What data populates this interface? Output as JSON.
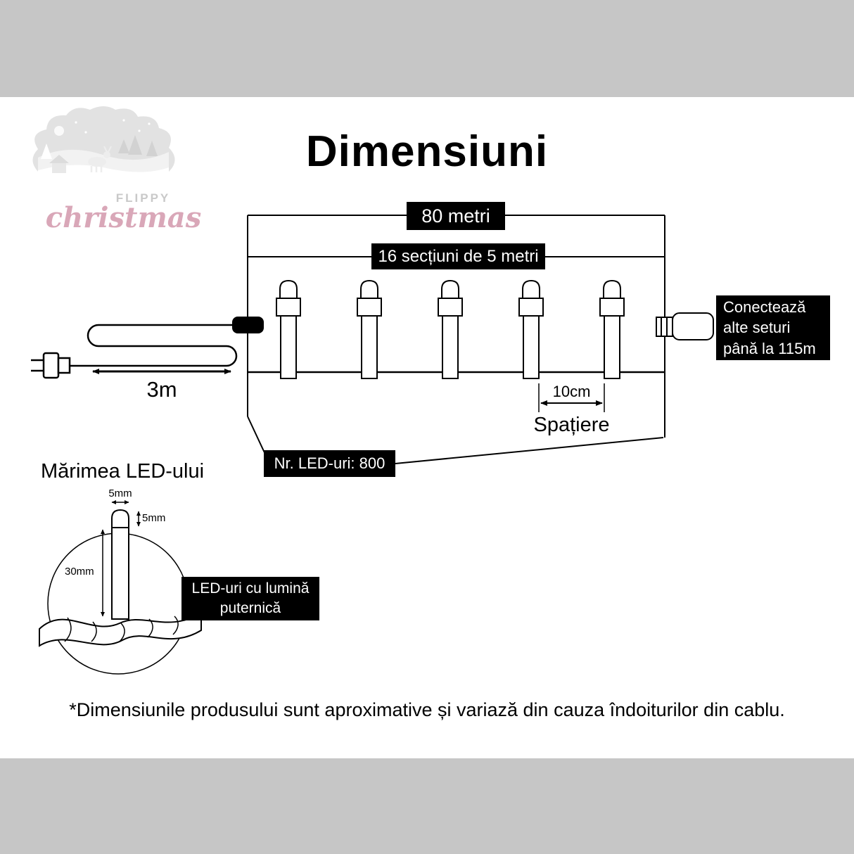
{
  "colors": {
    "band": "#c6c6c6",
    "paper": "#ffffff",
    "ink": "#000000",
    "box-bg": "#000000",
    "box-fg": "#ffffff",
    "logo-gray": "#e2e2e2",
    "logo-text": "#c9c9c9",
    "logo-pink": "#d9a7b8"
  },
  "header": {
    "title": "Dimensiuni"
  },
  "logo": {
    "brand": "FLIPPY",
    "brand_script": "christmas"
  },
  "diagram": {
    "total_length": "80 metri",
    "sections": "16 secțiuni de 5 metri",
    "lead_length": "3m",
    "spacing_value": "10cm",
    "spacing_caption": "Spațiere",
    "led_count": "Nr. LED-uri: 800",
    "connect_lines": [
      "Conectează",
      "alte seturi",
      "până la 115m"
    ]
  },
  "led_detail": {
    "title": "Mărimea LED-ului",
    "tip_width": "5mm",
    "tip_height": "5mm",
    "body_height": "30mm",
    "note_lines": [
      "LED-uri cu lumină",
      "puternică"
    ]
  },
  "footer": {
    "note": "*Dimensiunile produsului sunt aproximative și variază din cauza îndoiturilor din cablu."
  }
}
